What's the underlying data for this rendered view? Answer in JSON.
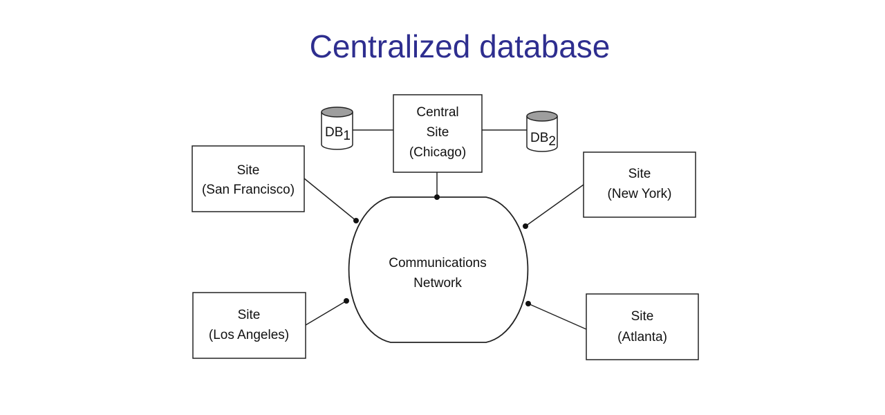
{
  "title": "Centralized database",
  "central_site": {
    "line1": "Central",
    "line2": "Site",
    "line3": "(Chicago)"
  },
  "db1": {
    "name": "DB",
    "subscript": "1"
  },
  "db2": {
    "name": "DB",
    "subscript": "2"
  },
  "network": {
    "line1": "Communications",
    "line2": "Network"
  },
  "sites": {
    "san_francisco": {
      "line1": "Site",
      "line2": "(San Francisco)"
    },
    "los_angeles": {
      "line1": "Site",
      "line2": "(Los Angeles)"
    },
    "new_york": {
      "line1": "Site",
      "line2": "(New York)"
    },
    "atlanta": {
      "line1": "Site",
      "line2": "(Atlanta)"
    }
  },
  "colors": {
    "title": "#2e2e8f",
    "db_top": "#9e9e9e",
    "stroke": "#222222"
  }
}
